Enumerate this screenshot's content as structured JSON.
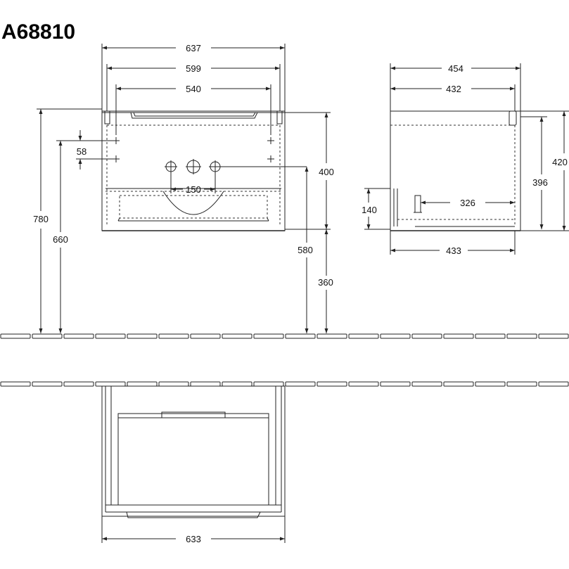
{
  "title": "A68810",
  "front_view": {
    "width_total": "637",
    "width_inner": "599",
    "width_handle": "540",
    "height_780": "780",
    "height_660": "660",
    "offset_58": "58",
    "tap_spacing": "150",
    "height_400": "400",
    "height_580": "580",
    "height_360": "360"
  },
  "side_view": {
    "depth_total": "454",
    "depth_inner": "432",
    "depth_bottom": "433",
    "height_420": "420",
    "height_396": "396",
    "height_140": "140",
    "depth_326": "326"
  },
  "top_view": {
    "width": "633"
  }
}
